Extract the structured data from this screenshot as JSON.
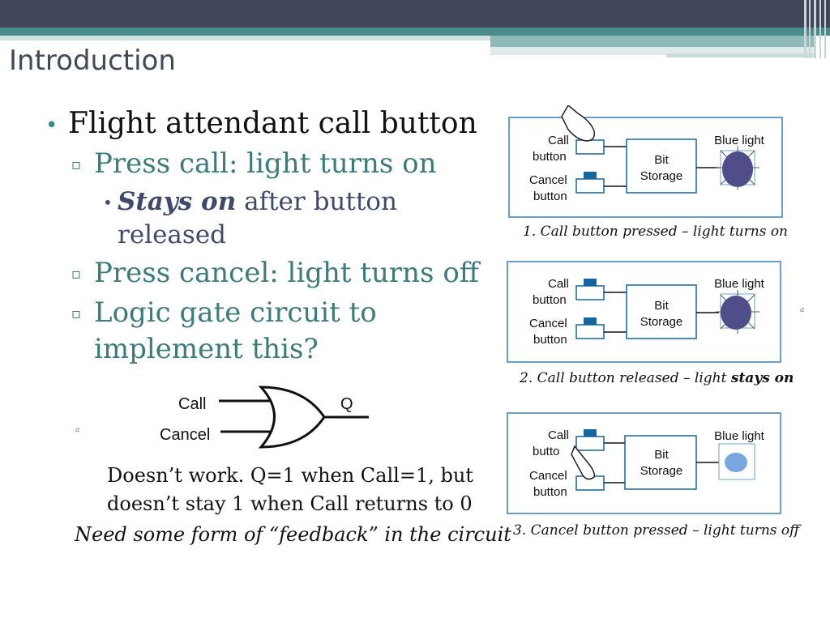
{
  "slide": {
    "title": "Introduction",
    "bullet_main": "Flight attendant call button",
    "sub_bullets": [
      "Press call: light turns on",
      "Press cancel: light turns off",
      "Logic gate circuit to",
      "implement this?"
    ],
    "sub3_bold": "Stays on",
    "sub3_rest1": " after button",
    "sub3_rest2": "released",
    "gate": {
      "input1": "Call",
      "input2": "Cancel",
      "output": "Q"
    },
    "explanation": [
      "Doesn’t work. Q=1 when Call=1, but",
      "doesn’t stay 1 when Call returns to 0"
    ],
    "need": "Need some form of “feedback” in the circuit",
    "stray_mark": "a"
  },
  "diagrams": {
    "labels": {
      "call1": "Call",
      "call2": "button",
      "cancel1": "Cancel",
      "cancel2": "button",
      "bit1": "Bit",
      "bit2": "Storage",
      "light": "Blue light",
      "call2_partial": "butto"
    },
    "captions": [
      "1. Call button pressed – light turns on",
      "2. Call button released – light ",
      "3. Cancel button pressed – light turns off"
    ],
    "caption2_bold": "stays on",
    "colors": {
      "light_on": "#4f4e8a",
      "light_off": "#7aa6e0",
      "button_top": "#1565a0",
      "frame": "#6aa0c8"
    }
  }
}
